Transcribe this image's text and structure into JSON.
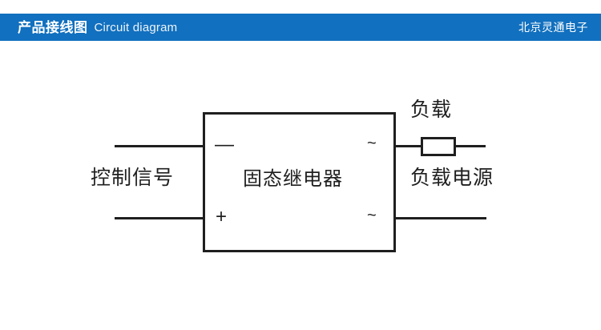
{
  "header": {
    "title_cn": "产品接线图",
    "title_en": "Circuit diagram",
    "brand": "北京灵通电子",
    "background_color": "#1170bf",
    "text_color": "#ffffff"
  },
  "diagram": {
    "type": "circuit-wiring-diagram",
    "line_color": "#1f1f1f",
    "background_color": "#ffffff",
    "device": {
      "label": "固态继电器",
      "terminals": {
        "input_negative": "—",
        "input_positive": "+",
        "output_ac_top": "~",
        "output_ac_bottom": "~"
      }
    },
    "left_side": {
      "label": "控制信号"
    },
    "right_side": {
      "load_label": "负载",
      "supply_label": "负载电源",
      "component": "resistor"
    }
  }
}
